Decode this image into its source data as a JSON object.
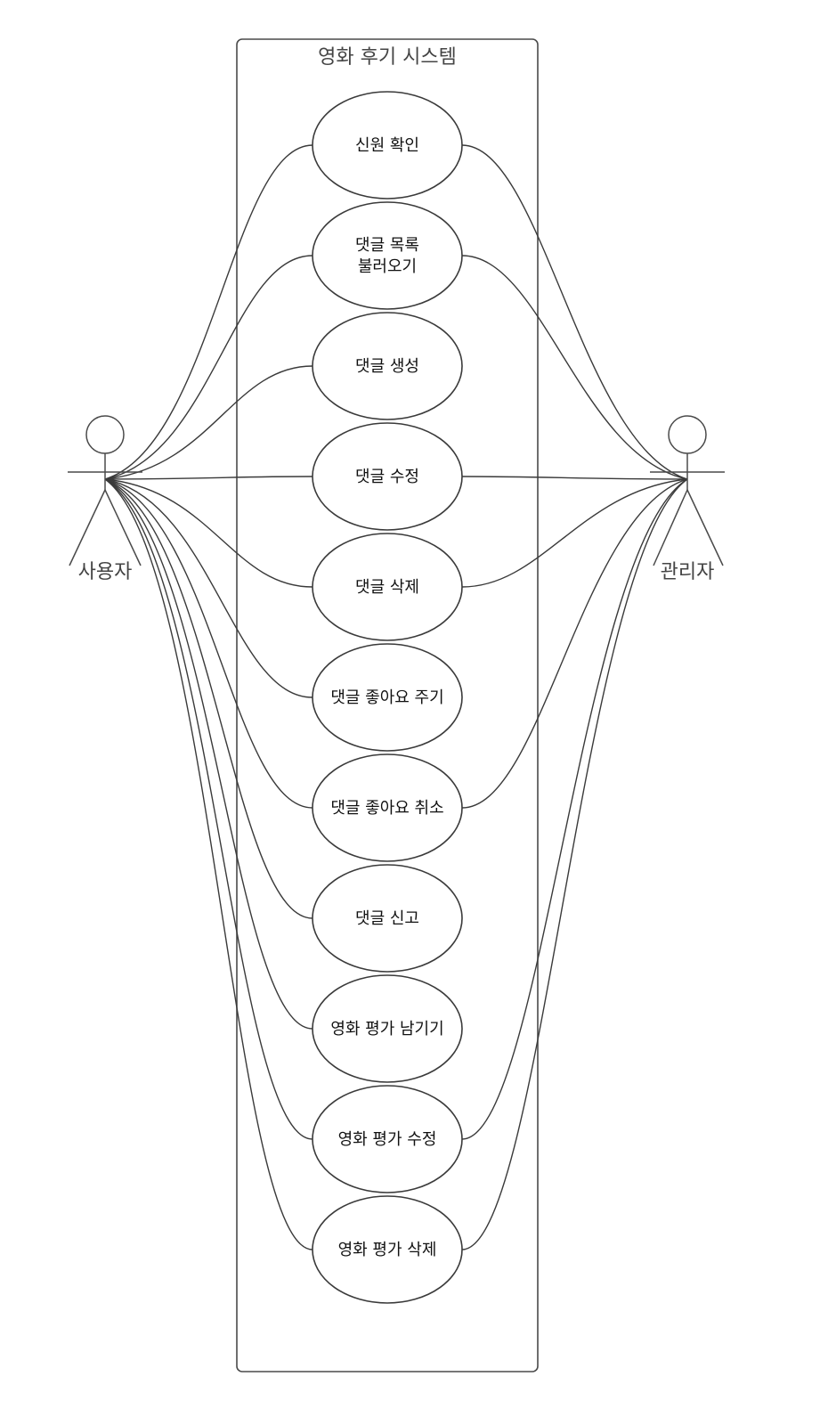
{
  "system": {
    "title": "영화 후기 시스템"
  },
  "actors": {
    "user": {
      "name": "사용자"
    },
    "admin": {
      "name": "관리자"
    }
  },
  "use_cases": [
    {
      "id": "uc1",
      "lines": [
        "신원 확인"
      ],
      "user": true,
      "admin": true
    },
    {
      "id": "uc2",
      "lines": [
        "댓글 목록",
        "불러오기"
      ],
      "user": true,
      "admin": true
    },
    {
      "id": "uc3",
      "lines": [
        "댓글 생성"
      ],
      "user": true,
      "admin": false
    },
    {
      "id": "uc4",
      "lines": [
        "댓글 수정"
      ],
      "user": true,
      "admin": true
    },
    {
      "id": "uc5",
      "lines": [
        "댓글 삭제"
      ],
      "user": true,
      "admin": true
    },
    {
      "id": "uc6",
      "lines": [
        "댓글 좋아요 주기"
      ],
      "user": true,
      "admin": false
    },
    {
      "id": "uc7",
      "lines": [
        "댓글 좋아요 취소"
      ],
      "user": true,
      "admin": true
    },
    {
      "id": "uc8",
      "lines": [
        "댓글 신고"
      ],
      "user": true,
      "admin": false
    },
    {
      "id": "uc9",
      "lines": [
        "영화 평가 남기기"
      ],
      "user": true,
      "admin": false
    },
    {
      "id": "uc10",
      "lines": [
        "영화 평가 수정"
      ],
      "user": true,
      "admin": true
    },
    {
      "id": "uc11",
      "lines": [
        "영화 평가 삭제"
      ],
      "user": true,
      "admin": true
    }
  ]
}
